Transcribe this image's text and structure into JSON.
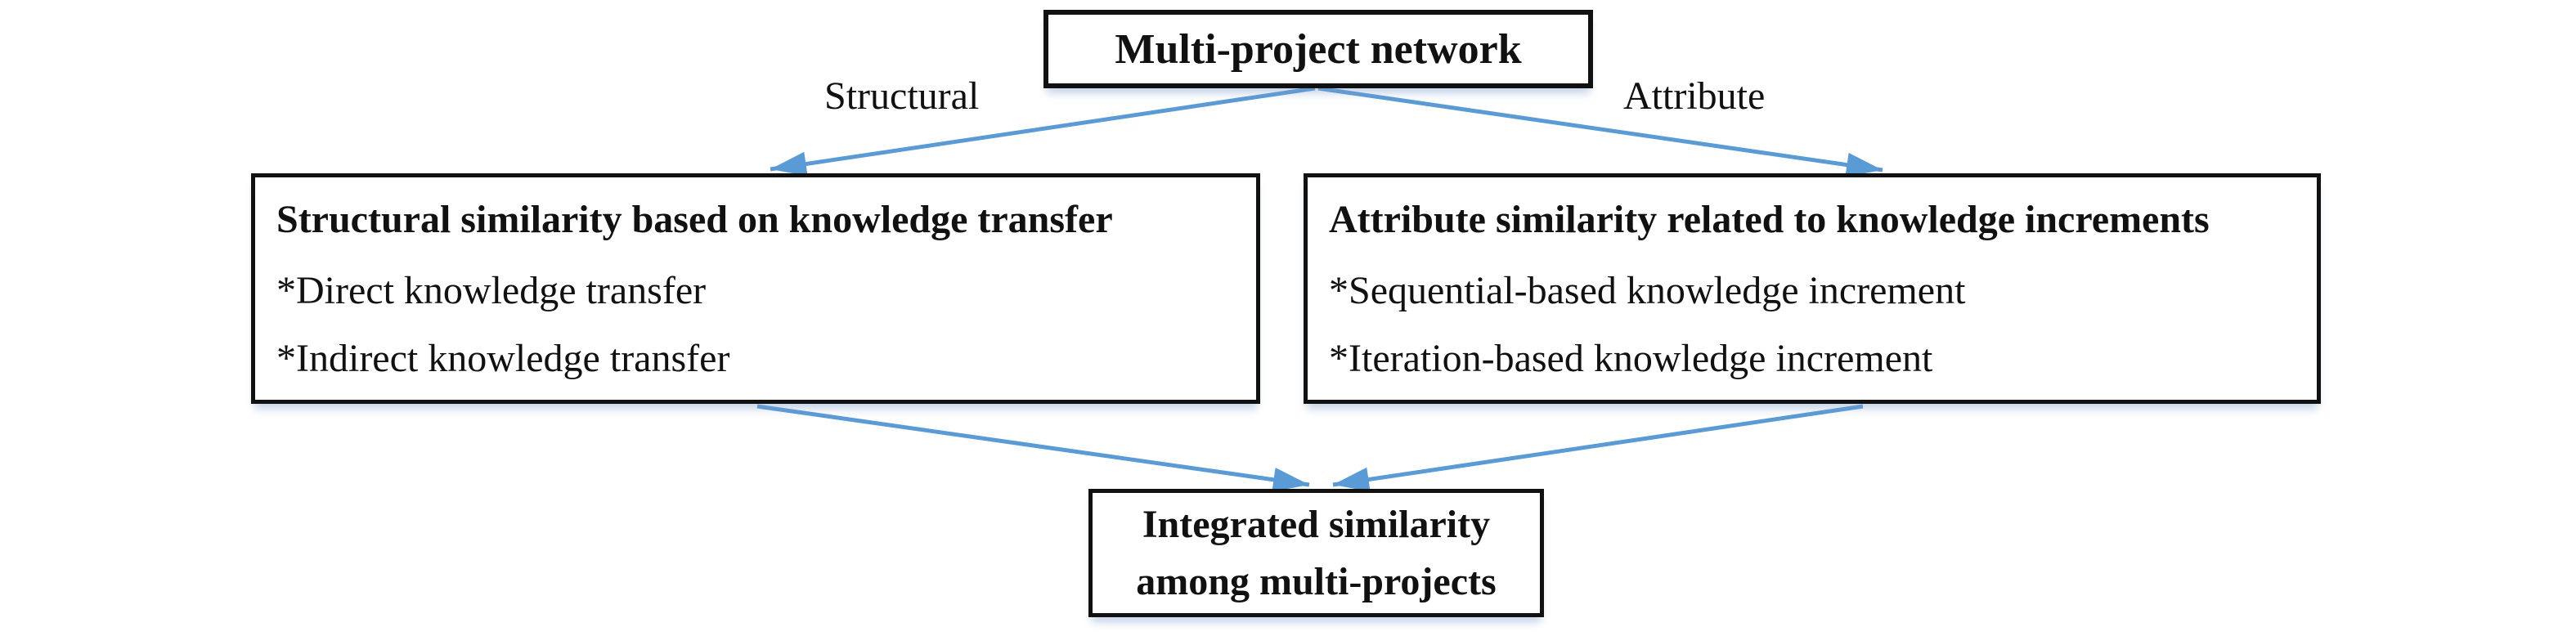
{
  "diagram": {
    "nodes": {
      "top": {
        "title": "Multi-project network"
      },
      "left": {
        "title": "Structural similarity based on knowledge transfer",
        "items": [
          "*Direct knowledge transfer",
          "*Indirect knowledge transfer"
        ]
      },
      "right": {
        "title": "Attribute similarity related to knowledge increments",
        "items": [
          "*Sequential-based knowledge increment",
          "*Iteration-based knowledge increment"
        ]
      },
      "bottom": {
        "lines": [
          "Integrated similarity",
          "among multi-projects"
        ]
      }
    },
    "edges": [
      {
        "from": "Multi-project network",
        "to": "Structural similarity based on knowledge transfer",
        "label": "Structural"
      },
      {
        "from": "Multi-project network",
        "to": "Attribute similarity related to knowledge increments",
        "label": "Attribute"
      },
      {
        "from": "Structural similarity based on knowledge transfer",
        "to": "Integrated similarity among multi-projects",
        "label": ""
      },
      {
        "from": "Attribute similarity related to knowledge increments",
        "to": "Integrated similarity among multi-projects",
        "label": ""
      }
    ],
    "colors": {
      "arrow": "#5B9BD5",
      "border": "#111111",
      "text": "#111111",
      "background": "#FFFFFF"
    }
  }
}
